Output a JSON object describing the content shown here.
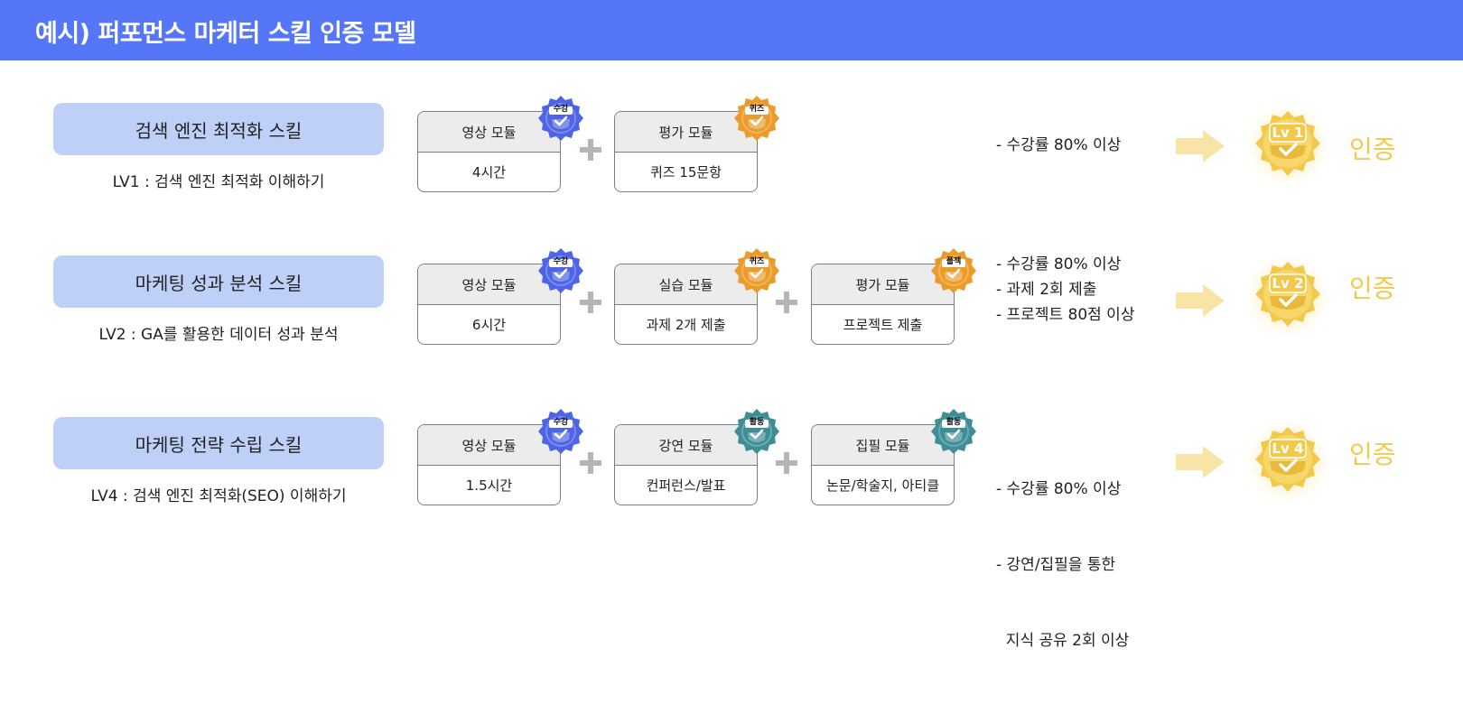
{
  "header": {
    "title": "예시) 퍼포먼스 마케터 스킬 인증 모델"
  },
  "colors": {
    "header_bg": "#5576f7",
    "skill_pill": "#bfd0f8",
    "badge_blue": "#4e63e6",
    "badge_orange": "#eb9b2a",
    "badge_teal": "#3f8e96",
    "gold": "#f2c94c",
    "arrow": "#f8e4a6"
  },
  "rows": [
    {
      "skill": "검색 엔진 최적화 스킬",
      "desc": "LV1 : 검색 엔진 최적화 이해하기",
      "modules": [
        {
          "title": "영상 모듈",
          "value": "4시간",
          "badge": "수강",
          "badge_color": "blue"
        },
        {
          "title": "평가 모듈",
          "value": "퀴즈 15문항",
          "badge": "퀴즈",
          "badge_color": "orange"
        }
      ],
      "criteria": [
        "- 수강률 80% 이상"
      ],
      "level": "Lv 1",
      "cert": "인증"
    },
    {
      "skill": "마케팅 성과 분석 스킬",
      "desc": "LV2 :  GA를 활용한 데이터 성과 분석",
      "modules": [
        {
          "title": "영상 모듈",
          "value": "6시간",
          "badge": "수강",
          "badge_color": "blue"
        },
        {
          "title": "실습 모듈",
          "value": "과제 2개 제출",
          "badge": "퀴즈",
          "badge_color": "orange"
        },
        {
          "title": "평가 모듈",
          "value": "프로젝트 제출",
          "badge": "플젝",
          "badge_color": "orange"
        }
      ],
      "criteria": [
        "- 수강률 80% 이상",
        "- 과제 2회 제출",
        "- 프로젝트 80점 이상"
      ],
      "level": "Lv 2",
      "cert": "인증"
    },
    {
      "skill": "마케팅 전략 수립 스킬",
      "desc": "LV4 : 검색 엔진 최적화(SEO) 이해하기",
      "modules": [
        {
          "title": "영상 모듈",
          "value": "1.5시간",
          "badge": "수강",
          "badge_color": "blue"
        },
        {
          "title": "강연 모듈",
          "value": "컨퍼런스/발표",
          "badge": "활동",
          "badge_color": "teal"
        },
        {
          "title": "집필 모듈",
          "value": "논문/학술지, 아티클",
          "badge": "활동",
          "badge_color": "teal"
        }
      ],
      "criteria": [
        "- 수강률 80% 이상",
        "- 강연/집필을 통한",
        "  지식 공유 2회 이상"
      ],
      "level": "Lv 4",
      "cert": "인증"
    }
  ]
}
